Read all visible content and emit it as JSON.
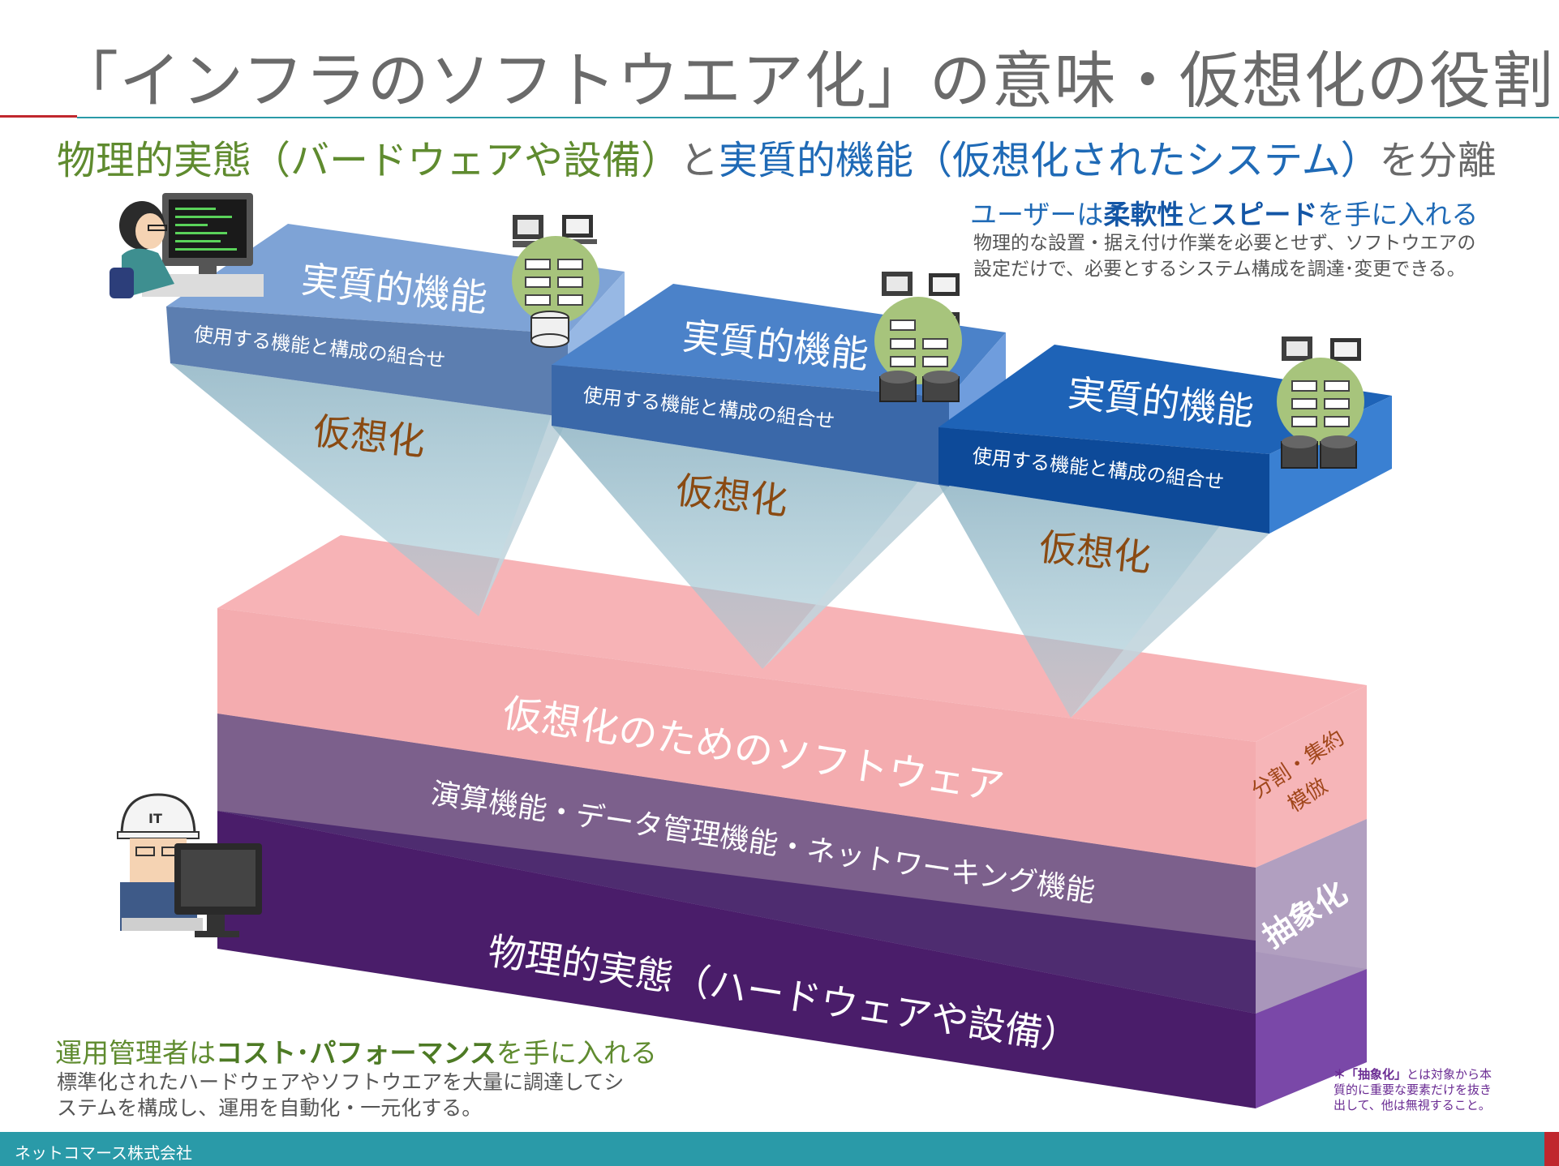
{
  "title": "「インフラのソフトウエア化」の意味・仮想化の役割",
  "subtitle": {
    "part1": "物理的実態（バードウェアや設備）",
    "part2": "と",
    "part3": "実質的機能（仮想化されたシステム）",
    "part4": "を分離"
  },
  "user_benefit": {
    "prefix": "ユーザーは",
    "bold1": "柔軟性",
    "mid": "と",
    "bold2": "スピード",
    "suffix": "を手に入れる",
    "line1": "物理的な設置・据え付け作業を必要とせず、ソフトウエアの",
    "line2": "設定だけで、必要とするシステム構成を調達･変更できる。"
  },
  "function_blocks": [
    {
      "top": "実質的機能",
      "front": "使用する機能と構成の組合せ",
      "funnel": "仮想化"
    },
    {
      "top": "実質的機能",
      "front": "使用する機能と構成の組合せ",
      "funnel": "仮想化"
    },
    {
      "top": "実質的機能",
      "front": "使用する機能と構成の組合せ",
      "funnel": "仮想化"
    }
  ],
  "layers": {
    "software": "仮想化のためのソフトウェア",
    "functions": "演算機能・データ管理機能・ネットワーキング機能",
    "physical": "物理的実態（ハードウェアや設備）",
    "side_top_line1": "分割・集約",
    "side_top_line2": "模倣",
    "side_bottom": "抽象化"
  },
  "admin_benefit": {
    "prefix": "運用管理者は",
    "bold": "コスト･パフォーマンス",
    "suffix": "を手に入れる",
    "line1": "標準化されたハードウェアやソフトウエアを大量に調達してシ",
    "line2": "ステムを構成し、運用を自動化・一元化する。"
  },
  "abstraction_note": {
    "mark": "＊",
    "term": "「抽象化」",
    "line1": "とは対象から本",
    "line2": "質的に重要な要素だけを抜き",
    "line3": "出して、他は無視すること。"
  },
  "footer": "ネットコマース株式会社",
  "illustrations": {
    "user": "person-at-computer-icon",
    "admin": "it-engineer-with-helmet-icon"
  },
  "colors": {
    "title_gray": "#6a6a6a",
    "green": "#5f8b2f",
    "blue": "#1f6ab6",
    "pink_layer": "#f4a0a4",
    "purple_layer": "#4e2a72",
    "funnel_label": "#8a4a12",
    "footer_teal": "#2a9aa8",
    "accent_red": "#c0272d"
  }
}
